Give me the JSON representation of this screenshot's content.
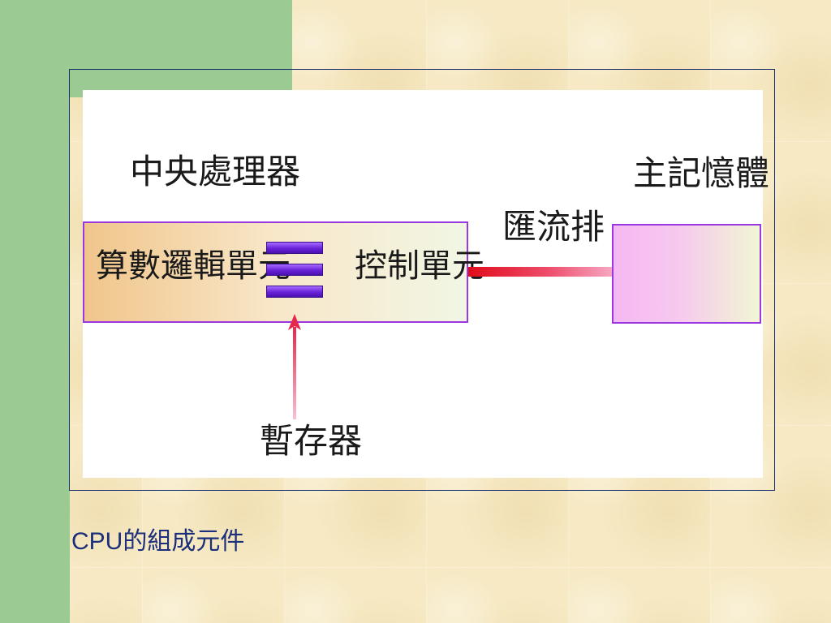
{
  "diagram": {
    "cpu_title": "中央處理器",
    "memory_title": "主記憶體",
    "bus_label": "匯流排",
    "alu_label": "算數邏輯單元",
    "control_unit_label": "控制單元",
    "register_label": "暫存器"
  },
  "caption": "CPU的組成元件",
  "colors": {
    "background_green": "#9bca93",
    "frame_border": "#1a2f6e",
    "box_border": "#9a37e0",
    "bus": "#e00c1a",
    "register_fill": "#6a22d8",
    "arrow": "#e8274a",
    "caption_text": "#1b2f7a"
  },
  "icons": {
    "register_stack": "register-stack-icon",
    "register_arrow": "arrow-up-icon"
  }
}
